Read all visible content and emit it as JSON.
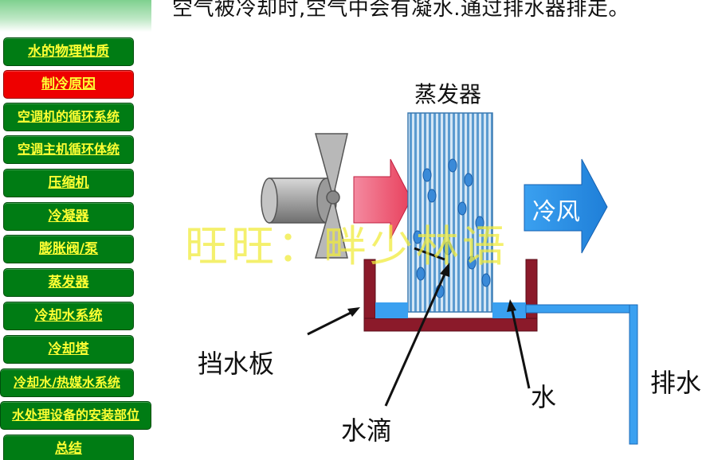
{
  "nav": {
    "items": [
      {
        "label": "水的物理性质",
        "active": false
      },
      {
        "label": "制冷原因",
        "active": true
      },
      {
        "label": "空调机的循环系统",
        "active": false
      },
      {
        "label": "空调主机循环体统",
        "active": false
      },
      {
        "label": "压缩机",
        "active": false
      },
      {
        "label": "冷凝器",
        "active": false
      },
      {
        "label": "膨胀阀/泵",
        "active": false
      },
      {
        "label": "蒸发器",
        "active": false
      },
      {
        "label": "冷却水系统",
        "active": false
      },
      {
        "label": "冷却塔",
        "active": false
      },
      {
        "label": "冷却水/热媒水系统",
        "active": false
      },
      {
        "label": "水处理设备的安装部位",
        "active": false
      },
      {
        "label": "总结",
        "active": false
      }
    ]
  },
  "caption": "空气被冷却时,空气中会有凝水.通过排水器排走。",
  "diagram": {
    "evaporator_label": "蒸发器",
    "cold_air_label": "冷风",
    "baffle_label": "挡水板",
    "water_label": "水",
    "droplet_label": "水滴",
    "drain_label": "排水"
  },
  "watermark": "旺旺：畔少林语",
  "colors": {
    "nav_green": "#007c14",
    "nav_active": "#ee0000",
    "nav_text": "#ffff33",
    "tray": "#8b1a2a",
    "water": "#3aa0f0",
    "inlet_arrow": "#f0607a",
    "cold_arrow": "#2a8de8",
    "evaporator": "#6aa8d8"
  }
}
